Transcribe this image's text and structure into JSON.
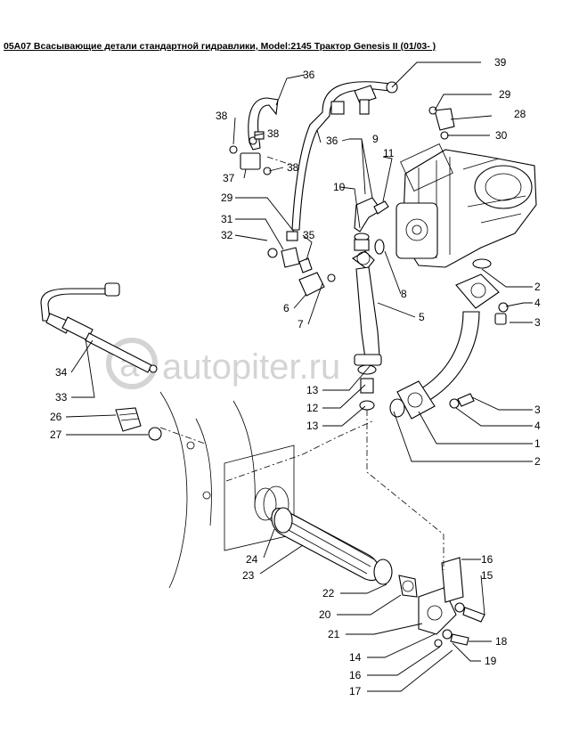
{
  "title": "05A07 Всасывающие детали стандартной гидравлики, Model:2145 Трактор Genesis II (01/03- )",
  "watermark": "autopiter.ru",
  "callouts": [
    "39",
    "36",
    "29",
    "28",
    "38",
    "38",
    "30",
    "36",
    "9",
    "37",
    "38",
    "11",
    "10",
    "29",
    "31",
    "35",
    "32",
    "2",
    "4",
    "3",
    "6",
    "8",
    "7",
    "5",
    "34",
    "13",
    "33",
    "12",
    "3",
    "26",
    "13",
    "4",
    "27",
    "1",
    "2",
    "24",
    "23",
    "16",
    "15",
    "22",
    "20",
    "21",
    "18",
    "14",
    "19",
    "16",
    "17"
  ]
}
